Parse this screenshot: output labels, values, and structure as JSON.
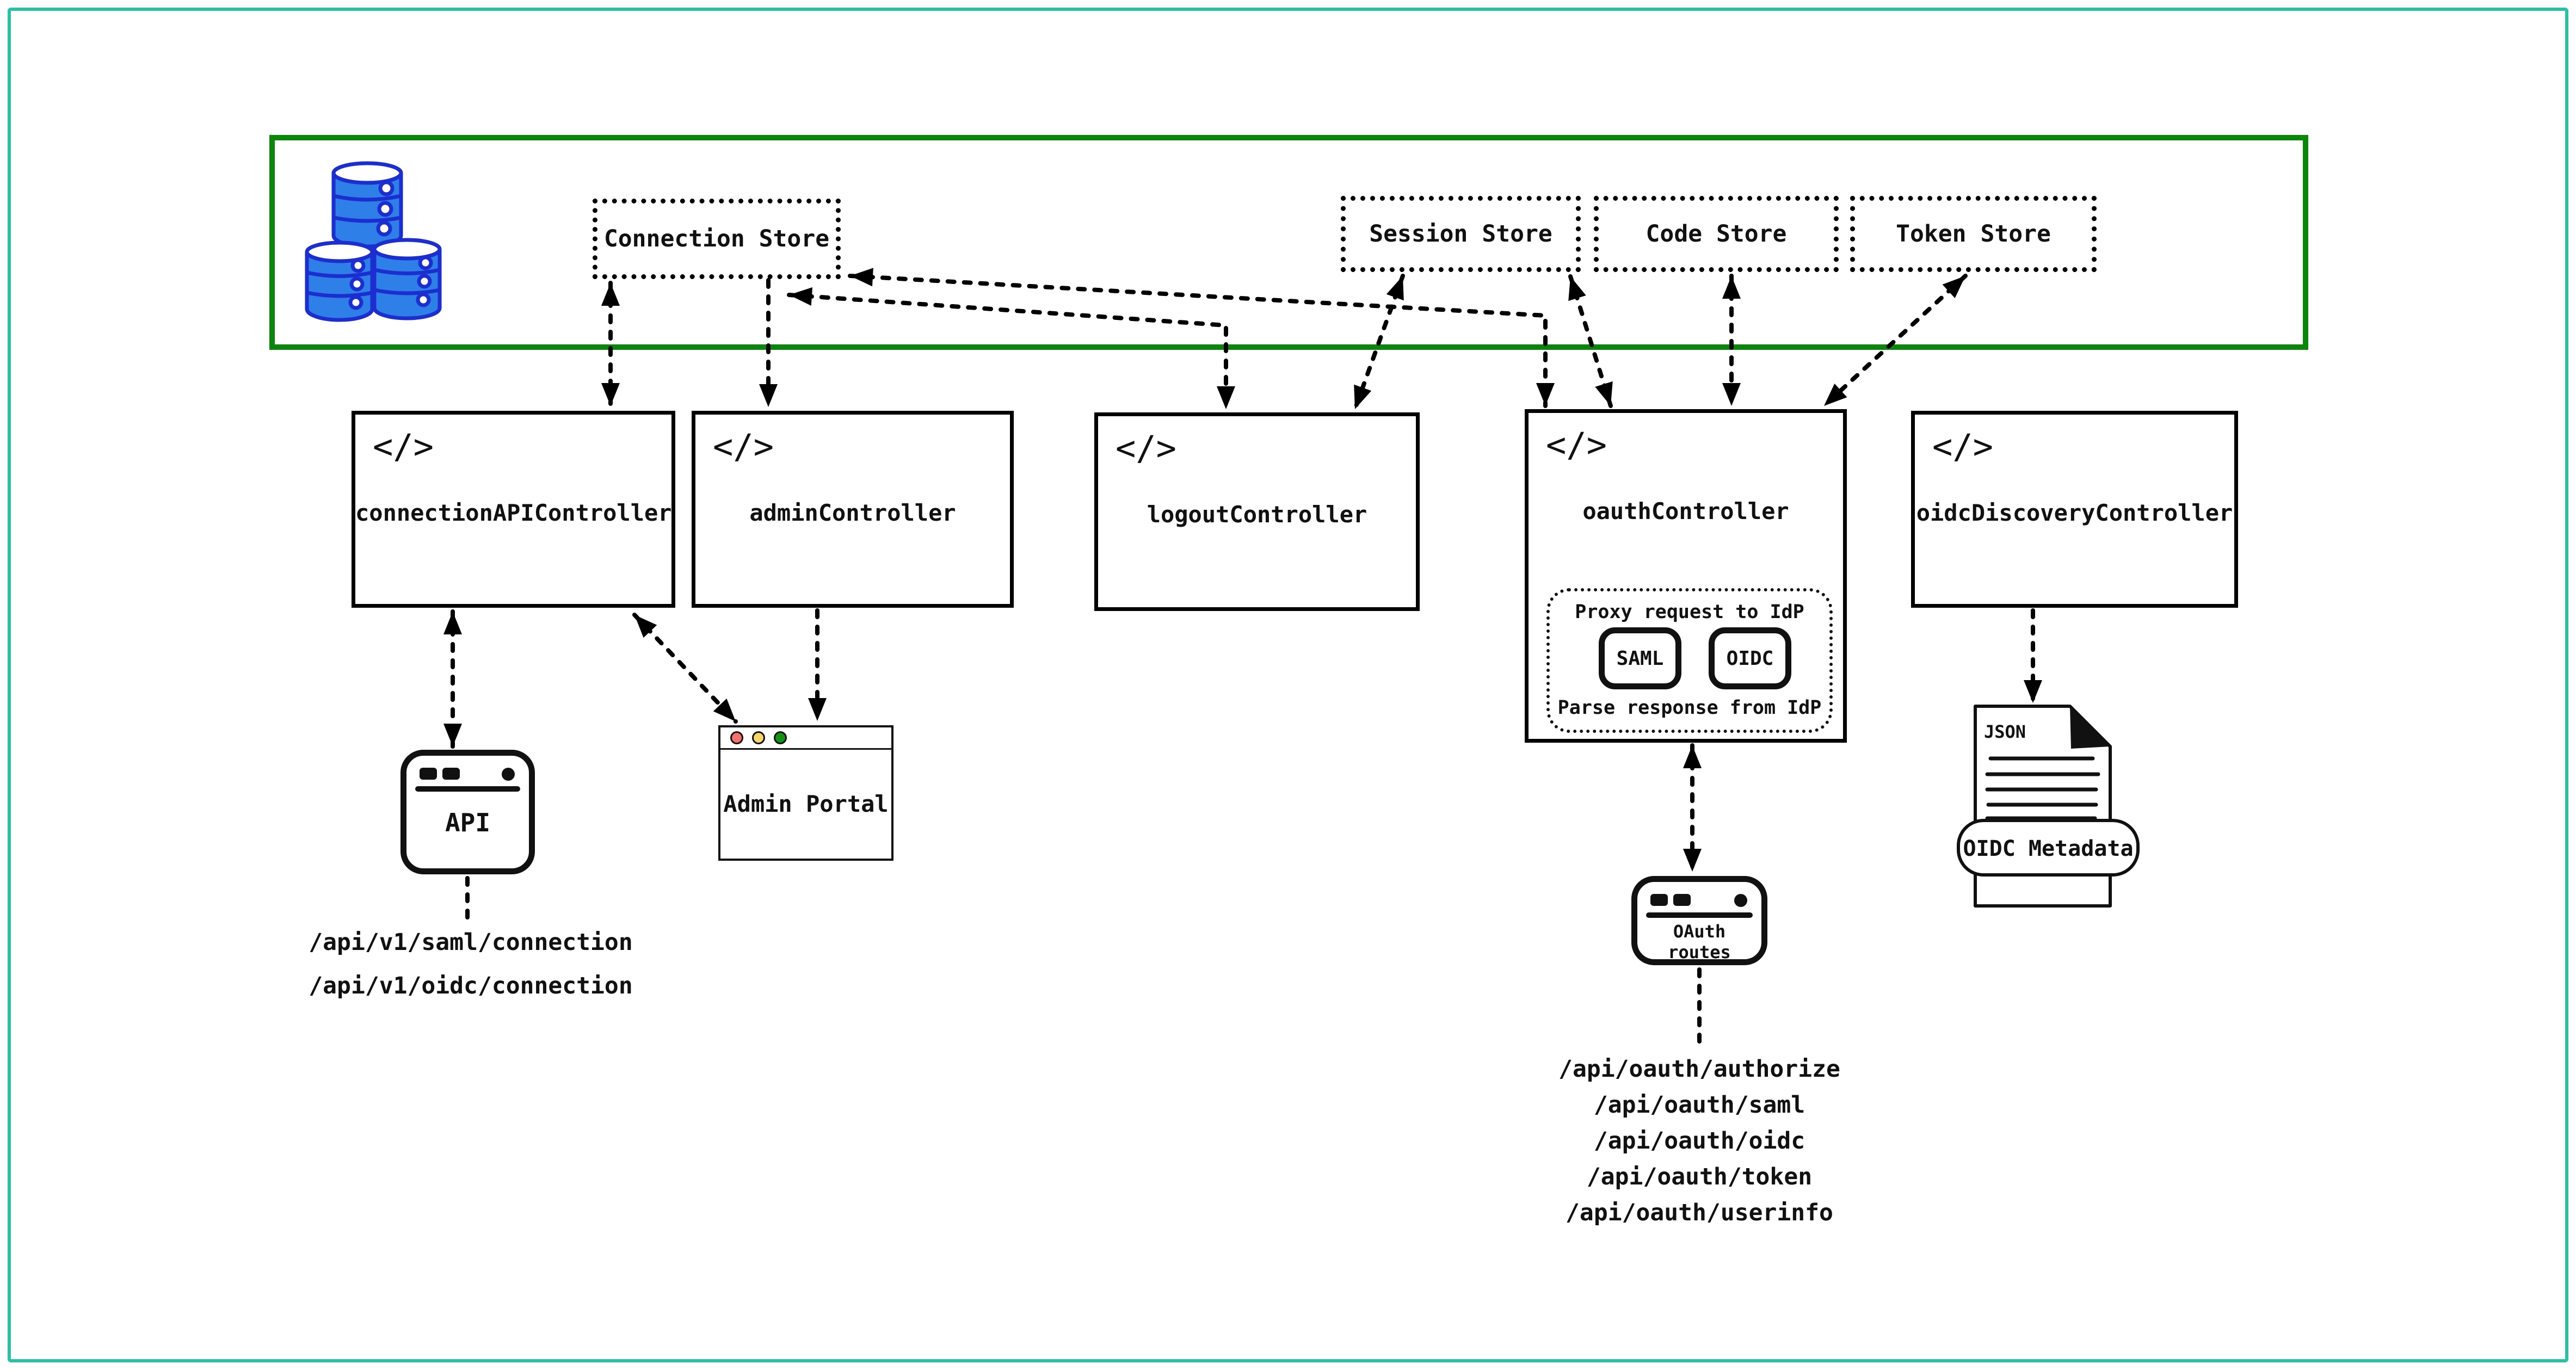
{
  "colors": {
    "frame_accent": "#2dbfa5",
    "store_zone_border": "#0a860a",
    "line": "#000000",
    "db_fill": "#2e7fe8",
    "db_stroke": "#1c2ed0",
    "traffic_red": "#f5716b",
    "traffic_yellow": "#f8d569",
    "traffic_green": "#169212"
  },
  "stores": [
    {
      "label": "Connection Store"
    },
    {
      "label": "Session Store"
    },
    {
      "label": "Code Store"
    },
    {
      "label": "Token Store"
    }
  ],
  "controllers": [
    {
      "label": "connectionAPIController"
    },
    {
      "label": "adminController"
    },
    {
      "label": "logoutController"
    },
    {
      "label": "oauthController"
    },
    {
      "label": "oidcDiscoveryController"
    }
  ],
  "code_icon_glyph": "</>",
  "oauth_inner": {
    "title": "Proxy request to IdP",
    "buttons": [
      "SAML",
      "OIDC"
    ],
    "footer": "Parse response from IdP"
  },
  "artifacts": {
    "api_window": {
      "label": "API"
    },
    "admin_portal": {
      "label": "Admin Portal"
    },
    "oauth_routes": {
      "label": "OAuth routes"
    },
    "json_doc": {
      "corner_label": "JSON",
      "ribbon_label": "OIDC Metadata"
    }
  },
  "endpoints": {
    "connection_api": [
      "/api/v1/saml/connection",
      "/api/v1/oidc/connection"
    ],
    "oauth": [
      "/api/oauth/authorize",
      "/api/oauth/saml",
      "/api/oauth/oidc",
      "/api/oauth/token",
      "/api/oauth/userinfo"
    ]
  }
}
